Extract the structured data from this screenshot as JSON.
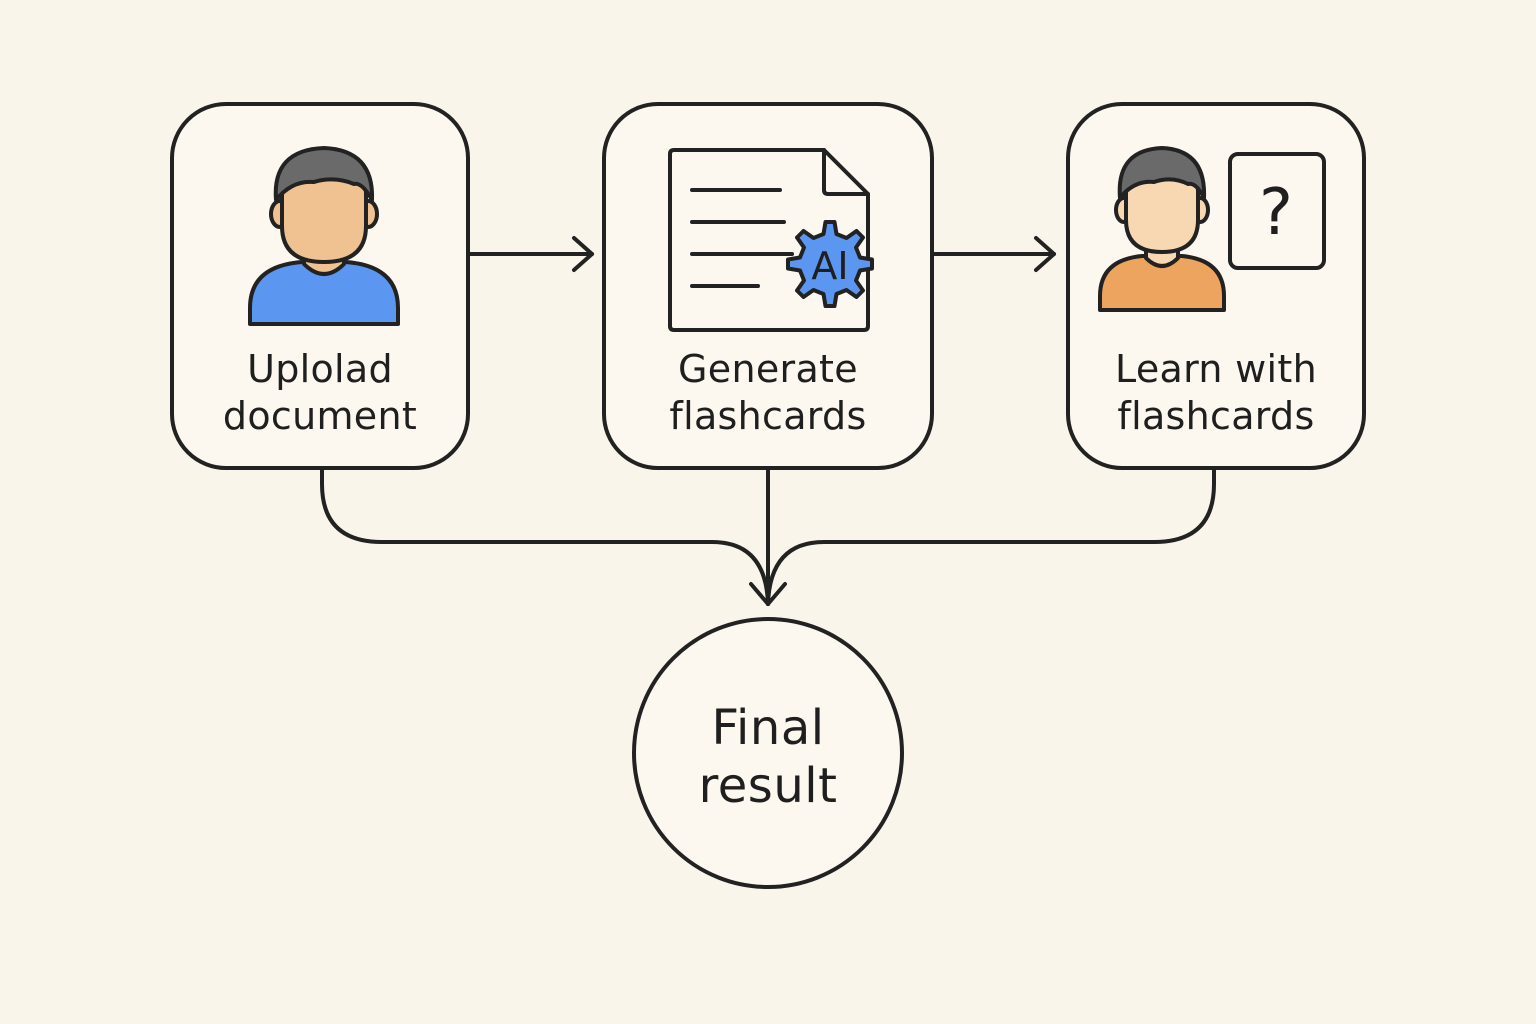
{
  "steps": [
    {
      "label_line1": "Uplolad",
      "label_line2": "document",
      "icon": "user-upload-icon"
    },
    {
      "label_line1": "Generate",
      "label_line2": "flashcards",
      "icon": "document-ai-gear-icon",
      "badge": "AI"
    },
    {
      "label_line1": "Learn with",
      "label_line2": "flashcards",
      "icon": "user-learning-icon",
      "card_symbol": "?"
    }
  ],
  "result": {
    "label_line1": "Final",
    "label_line2": "result"
  },
  "colors": {
    "background": "#faf5eb",
    "stroke": "#222222",
    "accent_blue": "#5b97f0",
    "skin": "#f1c291",
    "skin_light": "#f8d7b3",
    "shirt_orange": "#eda45f",
    "hair": "#6a6a6a"
  }
}
